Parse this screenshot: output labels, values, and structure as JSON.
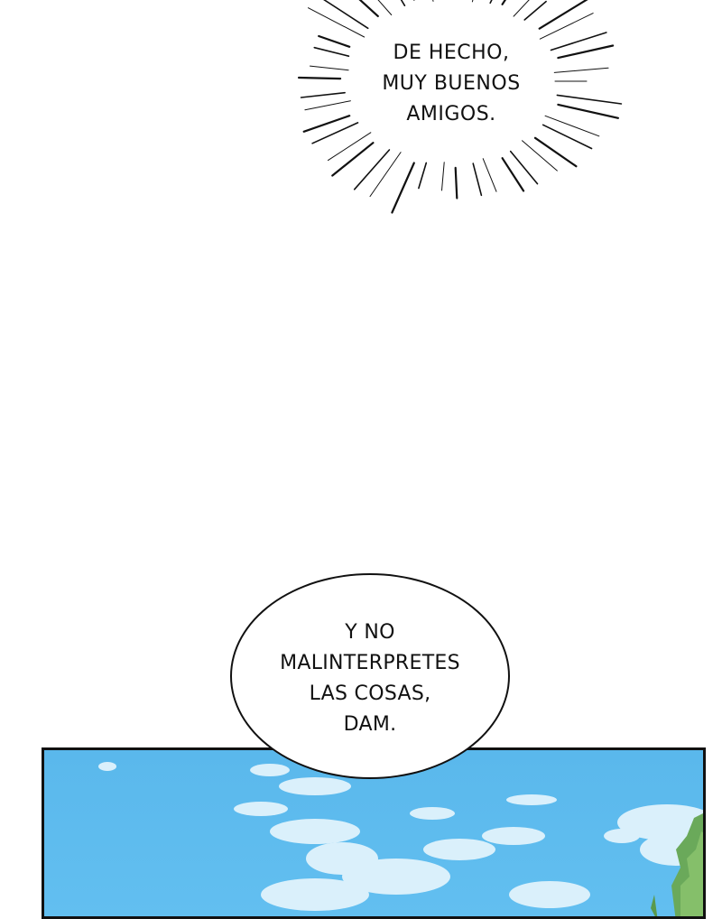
{
  "burst_text": [
    "DE HECHO,",
    "MUY BUENOS",
    "AMIGOS."
  ],
  "bubble_text": [
    "Y NO",
    "MALINTERPRETES",
    "LAS COSAS,",
    "DAM."
  ],
  "colors": {
    "sky": "#5ab8ec",
    "cloud": "#e8f6fd",
    "foliage": "#6aa95a",
    "ink": "#111111"
  }
}
